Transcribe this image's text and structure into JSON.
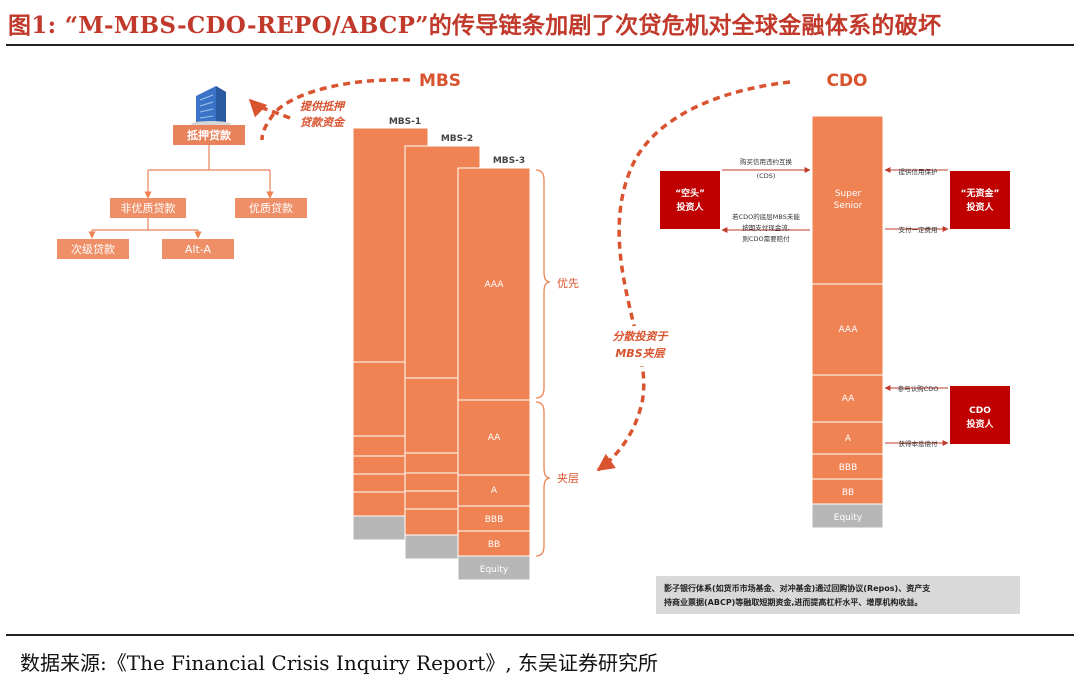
{
  "title": "图1:  “M-MBS-CDO-REPO/ABCP”的传导链条加剧了次贷危机对全球金融体系的破坏",
  "source": "数据来源:《The Financial Crisis Inquiry Report》, 东吴证券研究所",
  "colors": {
    "accent": "#ef8354",
    "tree_box": "#e8825a",
    "dark_red": "#c00000",
    "gray": "#b7b7b7",
    "arrow": "#d9532f",
    "title_red": "#c0392b"
  },
  "mortgage_tree": {
    "building_icon": "office-building-icon",
    "root": "抵押贷款",
    "nonprime": "非优质贷款",
    "prime": "优质贷款",
    "subprime": "次级贷款",
    "alta": "Alt-A"
  },
  "mbs": {
    "header": "MBS",
    "flow_label_1": "提供抵押",
    "flow_label_2": "贷款资金",
    "tranche_names": [
      "MBS-1",
      "MBS-2",
      "MBS-3"
    ],
    "tranches": [
      "AAA",
      "AA",
      "A",
      "BBB",
      "BB",
      "Equity"
    ],
    "senior_label": "优先",
    "mezz_label": "夹层",
    "curve_label_1": "分散投资于",
    "curve_label_2": "MBS夹层"
  },
  "cdo": {
    "header": "CDO",
    "tranches": [
      "Super",
      "Senior",
      "AAA",
      "AA",
      "A",
      "BBB",
      "BB",
      "Equity"
    ],
    "short_investor": [
      "“空头”",
      "投资人"
    ],
    "free_investor": [
      "“无资金”",
      "投资人"
    ],
    "cdo_investor": [
      "CDO",
      "投资人"
    ],
    "arrow_labels": {
      "cds_buy_1": "购买信用违约互换",
      "cds_buy_2": "(CDS)",
      "payout_1": "若CDO的底层MBS未能",
      "payout_2": "按期支付现金流,",
      "payout_3": "则CDO需要赔付",
      "credit_protect": "提供信用保护",
      "fee": "支付一定费用",
      "subscribe": "参与认购CDO",
      "interest": "获得本息偿付"
    }
  },
  "note": {
    "line1": "影子银行体系(如货币市场基金、对冲基金)通过回购协议(Repos)、资产支",
    "line2": "持商业票据(ABCP)等融取短期资金,进而提高杠杆水平、增厚机构收益。"
  }
}
